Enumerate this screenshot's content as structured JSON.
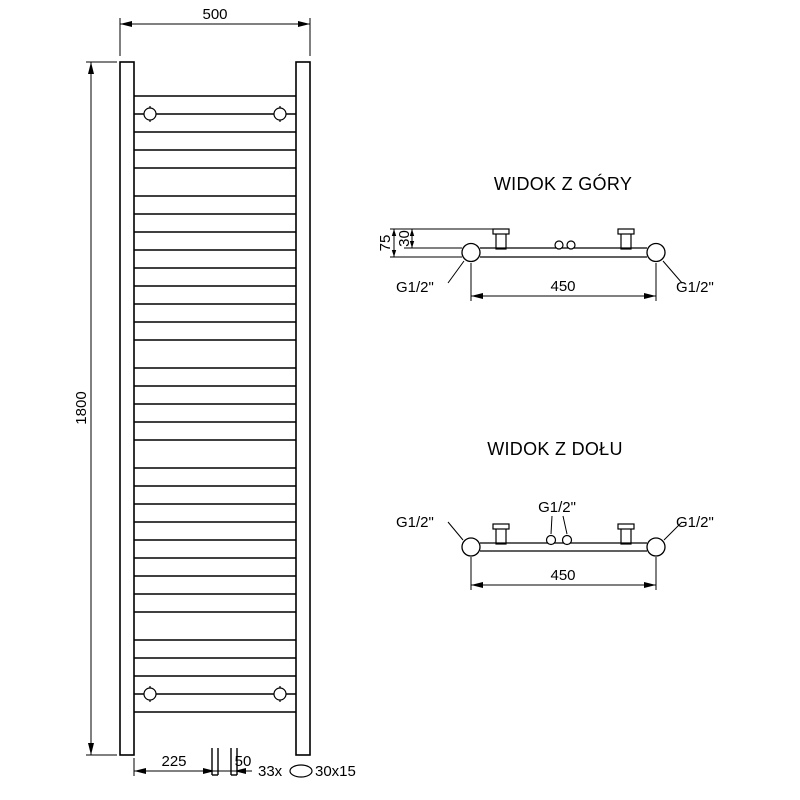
{
  "front_view": {
    "width_dim": "500",
    "height_dim": "1800",
    "pipe_offset_dim": "225",
    "pipe_spacing_dim": "50",
    "tube_count_label": "33x",
    "tube_profile_label": "30x15"
  },
  "top_view": {
    "title": "WIDOK Z GÓRY",
    "depth_dim": "75",
    "bracket_depth_dim": "30",
    "connection_spacing_dim": "450",
    "left_connection_label": "G1/2\"",
    "right_connection_label": "G1/2\""
  },
  "bottom_view": {
    "title": "WIDOK Z DOŁU",
    "connection_spacing_dim": "450",
    "left_connection_label": "G1/2\"",
    "center_connection_label": "G1/2\"",
    "right_connection_label": "G1/2\""
  }
}
